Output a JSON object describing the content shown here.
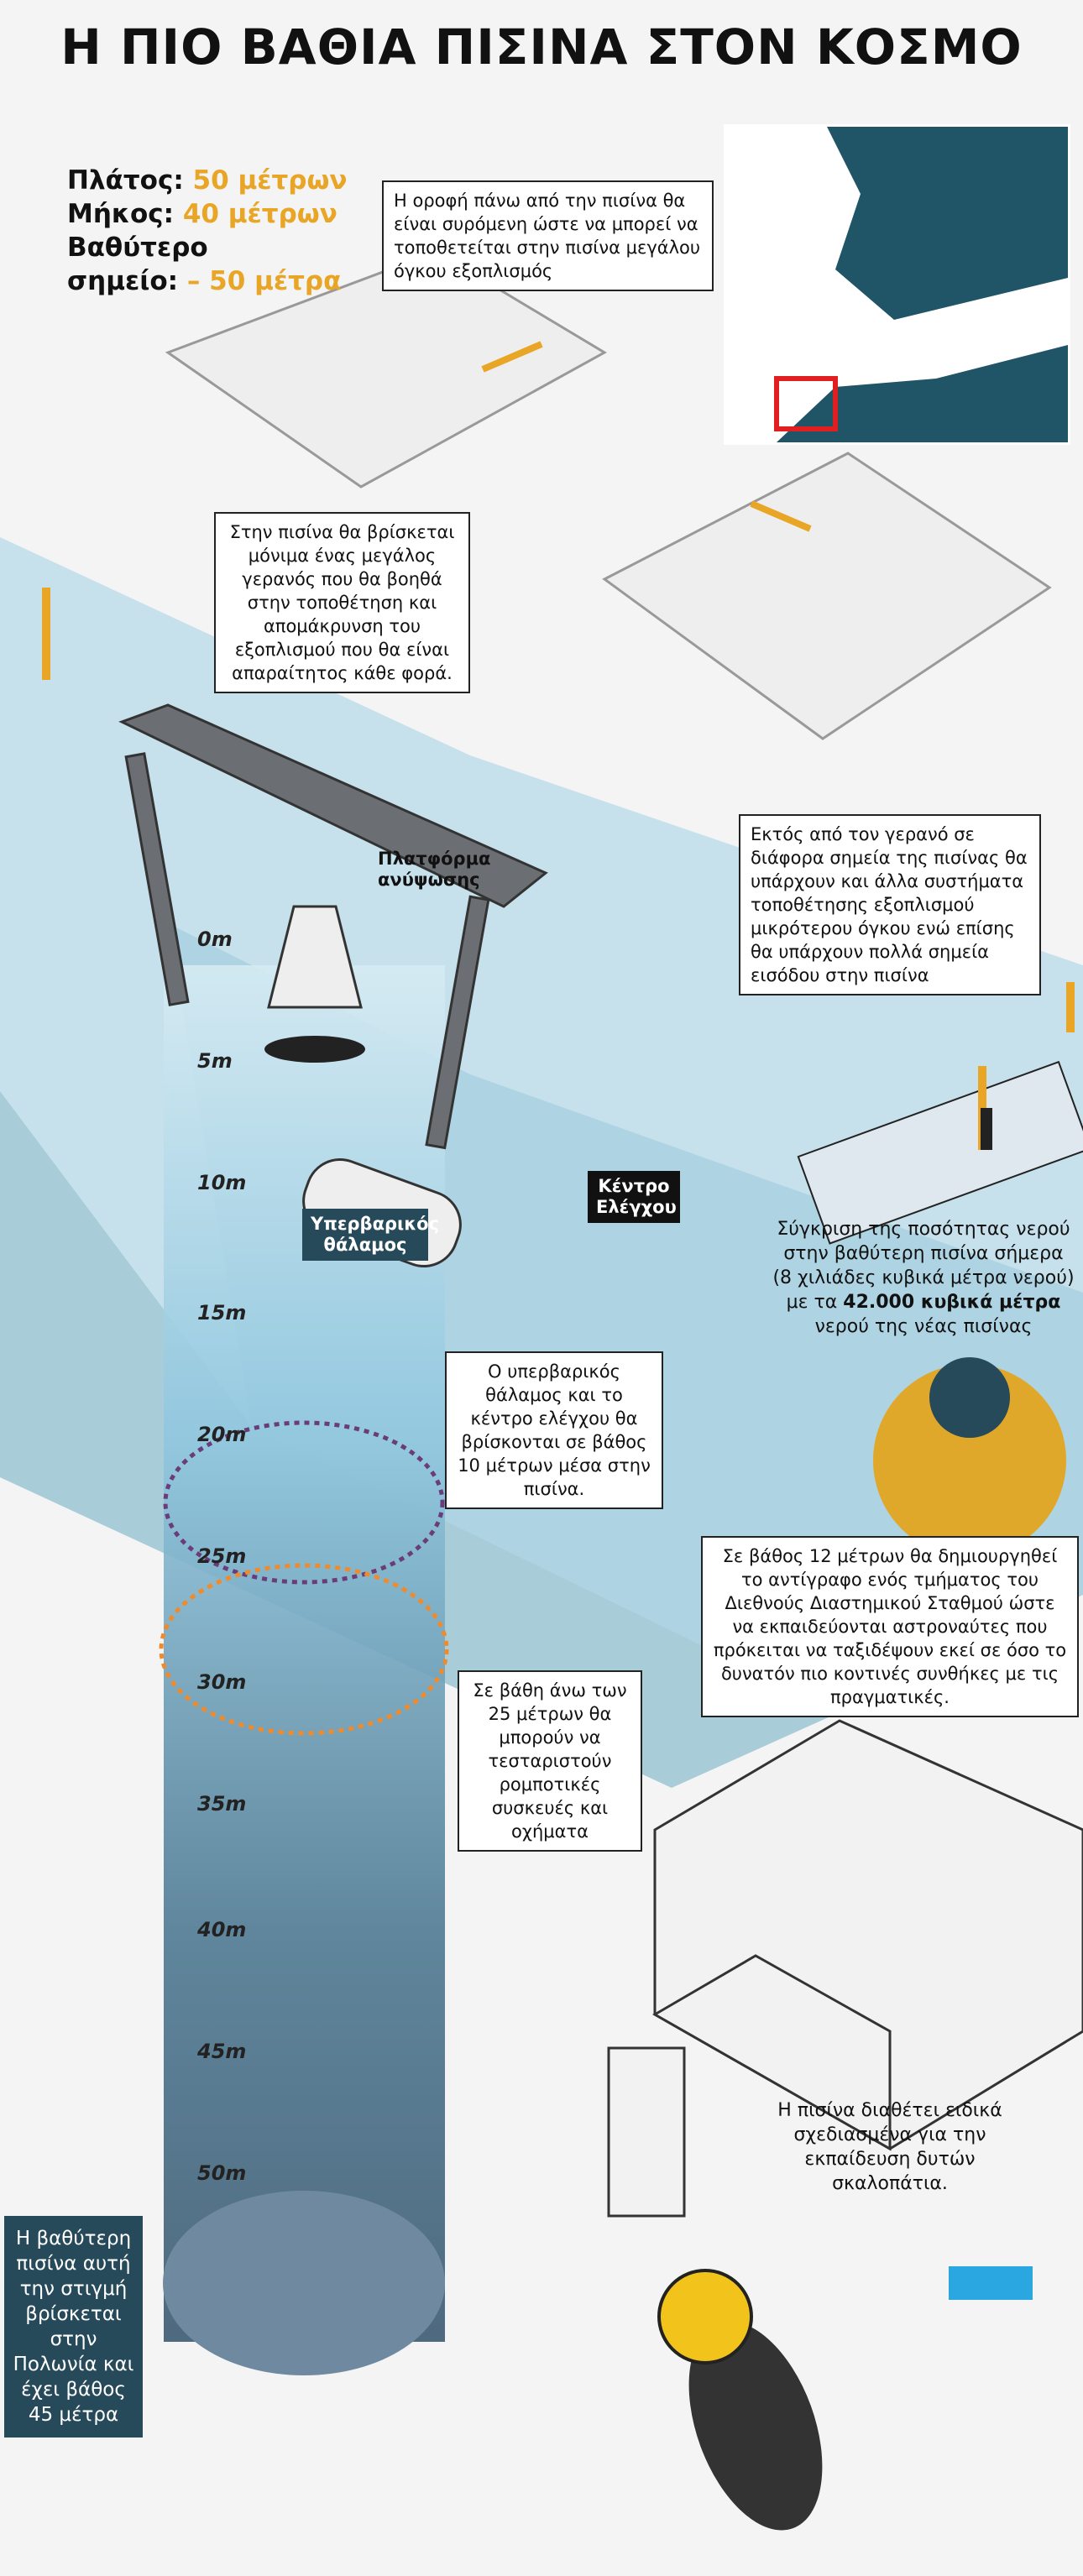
{
  "title": "Η ΠΙΟ ΒΑΘΙΑ ΠΙΣΙΝΑ ΣΤΟΝ ΚΟΣΜΟ",
  "stats": {
    "width_label": "Πλάτος:",
    "width_value": "50 μέτρων",
    "length_label": "Μήκος:",
    "length_value": "40 μέτρων",
    "deepest_label_1": "Βαθύτερο",
    "deepest_label_2": "σημείο:",
    "deepest_value": "– 50 μέτρα"
  },
  "callouts": {
    "roof": "Η οροφή πάνω από την πισίνα θα είναι συρόμενη ώστε να μπορεί να τοποθετείται στην πισίνα μεγάλου όγκου εξοπλισμός",
    "crane": "Στην πισίνα θα βρίσκεται μόνιμα ένας μεγάλος γερανός που θα βοηθά στην τοποθέτηση και απομάκρυνση του εξοπλισμού που θα είναι απαραίτητος κάθε φορά.",
    "entry": "Εκτός από τον γερανό σε διάφορα σημεία της πισίνας θα υπάρχουν και άλλα συστήματα τοποθέτησης εξοπλισμού μικρότερου όγκου ενώ επίσης θα υπάρχουν πολλά σημεία εισόδου στην πισίνα",
    "hyperbaric": "Ο υπερβαρικός θάλαμος και το κέντρο ελέγχου θα βρίσκονται σε βάθος 10 μέτρων μέσα στην πισίνα.",
    "iss": "Σε βάθος 12 μέτρων θα δημιουργηθεί το αντίγραφο ενός τμήματος του Διεθνούς Διαστημικού Σταθμού ώστε να εκπαιδεύονται αστροναύτες που πρόκειται να ταξιδέψουν εκεί σε όσο το δυνατόν πιο κοντινές συνθήκες με τις πραγματικές.",
    "robots": "Σε βάθη άνω των 25 μέτρων θα μπορούν να τεσταριστούν ρομποτικές συσκευές και οχήματα",
    "stairs": "Η πισίνα διαθέτει ειδικά σχεδιασμένα για την εκπαίδευση δυτών σκαλοπάτια.",
    "poland": "Η βαθύτερη πισίνα αυτή την στιγμή βρίσκεται στην Πολωνία και έχει βάθος 45 μέτρα"
  },
  "comparison": {
    "text_1": "Σύγκριση της ποσότητας νερού στην βαθύτερη πισίνα σήμερα (8 χιλιάδες κυβικά μέτρα νερού) με τα",
    "text_bold": "42.000 κυβικά μέτρα",
    "text_2": "νερού της νέας πισίνας",
    "old_volume": 8000,
    "new_volume": 42000
  },
  "labels": {
    "platform": "Πλατφόρμα ανύψωσης",
    "control": "Κέντρο Ελέγχου",
    "chamber": "Υπερβαρικός θάλαμος"
  },
  "depths": [
    "0m",
    "5m",
    "10m",
    "15m",
    "20m",
    "25m",
    "30m",
    "35m",
    "40m",
    "45m",
    "50m"
  ],
  "colors": {
    "accent": "#e8a526",
    "pool": "#c6e1ec",
    "dark": "#264a5a"
  }
}
